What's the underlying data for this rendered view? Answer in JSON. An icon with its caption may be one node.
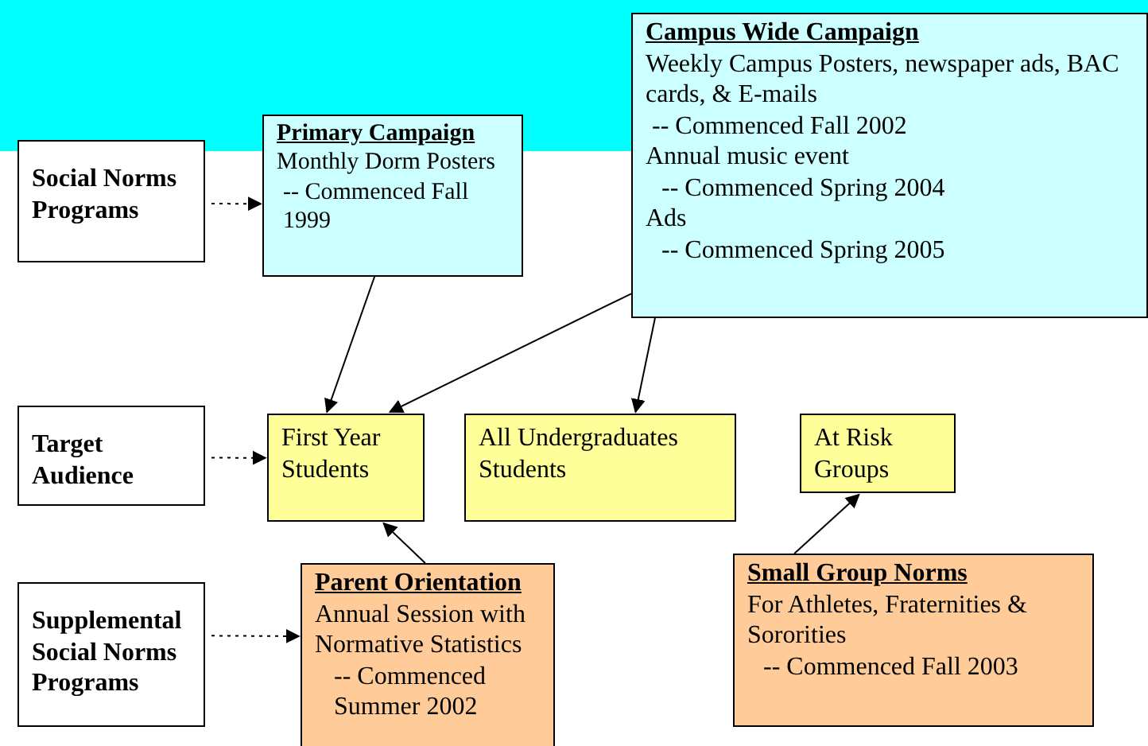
{
  "diagram": {
    "nodes": [
      {
        "text": [
          "Social Norms Programs"
        ]
      },
      {
        "text": [
          "Primary Campaign",
          "Monthly Dorm Posters",
          "-- Commenced Fall 1999"
        ]
      },
      {
        "text": [
          "Campus Wide Campaign",
          "Weekly Campus Posters, newspaper ads, BAC cards, & E-mails",
          "-- Commenced Fall 2002",
          "Annual music event",
          "-- Commenced Spring 2004",
          "Ads",
          "-- Commenced Spring 2005"
        ]
      },
      {
        "text": [
          "Target Audience"
        ]
      },
      {
        "text": [
          "First Year Students"
        ]
      },
      {
        "text": [
          "All Undergraduates Students"
        ]
      },
      {
        "text": [
          "At Risk Groups"
        ]
      },
      {
        "text": [
          "Supplemental Social Norms Programs"
        ]
      },
      {
        "text": [
          "Parent Orientation",
          "Annual Session with Normative Statistics",
          "-- Commenced Summer 2002"
        ]
      },
      {
        "text": [
          "Small Group Norms",
          "For Athletes, Fraternities & Sororities",
          "-- Commenced Fall 2003"
        ]
      }
    ],
    "edges": [
      {
        "from": 0,
        "to": 1,
        "arrow": "to",
        "style": "dashed"
      },
      {
        "from": 1,
        "to": 4,
        "arrow": "to"
      },
      {
        "from": 2,
        "to": 4,
        "arrow": "to"
      },
      {
        "from": 2,
        "to": 5,
        "arrow": "to"
      },
      {
        "from": 3,
        "to": 4,
        "arrow": "to",
        "style": "dashed"
      },
      {
        "from": 7,
        "to": 8,
        "arrow": "to",
        "style": "dashed"
      },
      {
        "from": 8,
        "to": 4,
        "arrow": "to"
      },
      {
        "from": 9,
        "to": 6,
        "arrow": "to"
      }
    ]
  }
}
